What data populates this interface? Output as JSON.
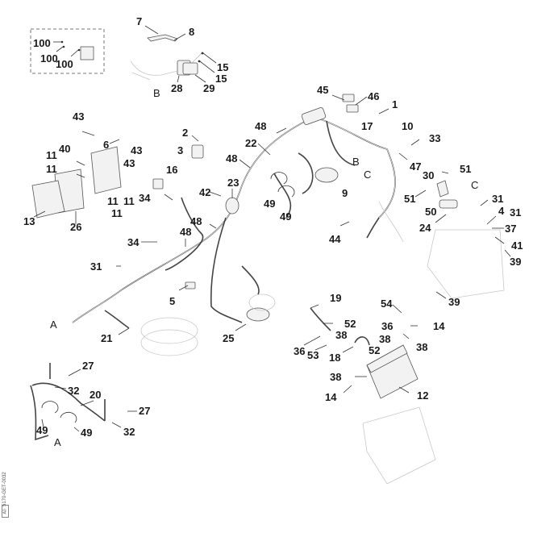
{
  "diagram": {
    "type": "exploded-parts-diagram",
    "subject": "Wiring harness and battery assembly",
    "drawing_number": "5170-GET-0032",
    "revision": "A0",
    "callouts": [
      {
        "id": "c100a",
        "text": "100"
      },
      {
        "id": "c100b",
        "text": "100"
      },
      {
        "id": "c100c",
        "text": "100"
      },
      {
        "id": "c7",
        "text": "7"
      },
      {
        "id": "c8",
        "text": "8"
      },
      {
        "id": "c15a",
        "text": "15"
      },
      {
        "id": "c15b",
        "text": "15"
      },
      {
        "id": "c28",
        "text": "28"
      },
      {
        "id": "c29",
        "text": "29"
      },
      {
        "id": "c45",
        "text": "45"
      },
      {
        "id": "c46",
        "text": "46"
      },
      {
        "id": "c1",
        "text": "1"
      },
      {
        "id": "c17",
        "text": "17"
      },
      {
        "id": "c10",
        "text": "10"
      },
      {
        "id": "c33",
        "text": "33"
      },
      {
        "id": "c47",
        "text": "47"
      },
      {
        "id": "c48a",
        "text": "48"
      },
      {
        "id": "c22",
        "text": "22"
      },
      {
        "id": "c43a",
        "text": "43"
      },
      {
        "id": "c43b",
        "text": "43"
      },
      {
        "id": "c43c",
        "text": "43"
      },
      {
        "id": "c6",
        "text": "6"
      },
      {
        "id": "c40",
        "text": "40"
      },
      {
        "id": "c11a",
        "text": "11"
      },
      {
        "id": "c11b",
        "text": "11"
      },
      {
        "id": "c11c",
        "text": "11"
      },
      {
        "id": "c11d",
        "text": "11"
      },
      {
        "id": "c11e",
        "text": "11"
      },
      {
        "id": "c13",
        "text": "13"
      },
      {
        "id": "c26",
        "text": "26"
      },
      {
        "id": "c2",
        "text": "2"
      },
      {
        "id": "c3",
        "text": "3"
      },
      {
        "id": "c16",
        "text": "16"
      },
      {
        "id": "c34a",
        "text": "34"
      },
      {
        "id": "c34b",
        "text": "34"
      },
      {
        "id": "c42",
        "text": "42"
      },
      {
        "id": "c23",
        "text": "23"
      },
      {
        "id": "c48b",
        "text": "48"
      },
      {
        "id": "c48c",
        "text": "48"
      },
      {
        "id": "c48d",
        "text": "48"
      },
      {
        "id": "c49a",
        "text": "49"
      },
      {
        "id": "c49b",
        "text": "49"
      },
      {
        "id": "c9",
        "text": "9"
      },
      {
        "id": "c44",
        "text": "44"
      },
      {
        "id": "c30",
        "text": "30"
      },
      {
        "id": "c51a",
        "text": "51"
      },
      {
        "id": "c51b",
        "text": "51"
      },
      {
        "id": "c50",
        "text": "50"
      },
      {
        "id": "c24",
        "text": "24"
      },
      {
        "id": "c31a",
        "text": "31"
      },
      {
        "id": "c31b",
        "text": "31"
      },
      {
        "id": "c4",
        "text": "4"
      },
      {
        "id": "c37",
        "text": "37"
      },
      {
        "id": "c41",
        "text": "41"
      },
      {
        "id": "c39a",
        "text": "39"
      },
      {
        "id": "c39b",
        "text": "39"
      },
      {
        "id": "c31c",
        "text": "31"
      },
      {
        "id": "c5",
        "text": "5"
      },
      {
        "id": "c21",
        "text": "21"
      },
      {
        "id": "c25",
        "text": "25"
      },
      {
        "id": "c19",
        "text": "19"
      },
      {
        "id": "c52a",
        "text": "52"
      },
      {
        "id": "c38a",
        "text": "38"
      },
      {
        "id": "c36a",
        "text": "36"
      },
      {
        "id": "c53",
        "text": "53"
      },
      {
        "id": "c54",
        "text": "54"
      },
      {
        "id": "c36b",
        "text": "36"
      },
      {
        "id": "c38b",
        "text": "38"
      },
      {
        "id": "c52b",
        "text": "52"
      },
      {
        "id": "c18",
        "text": "18"
      },
      {
        "id": "c14a",
        "text": "14"
      },
      {
        "id": "c38c",
        "text": "38"
      },
      {
        "id": "c38d",
        "text": "38"
      },
      {
        "id": "c14b",
        "text": "14"
      },
      {
        "id": "c12",
        "text": "12"
      },
      {
        "id": "c27a",
        "text": "27"
      },
      {
        "id": "c32a",
        "text": "32"
      },
      {
        "id": "c20",
        "text": "20"
      },
      {
        "id": "c27b",
        "text": "27"
      },
      {
        "id": "c32b",
        "text": "32"
      },
      {
        "id": "c49c",
        "text": "49"
      },
      {
        "id": "c49d",
        "text": "49"
      }
    ],
    "connection_refs": [
      {
        "id": "refA1",
        "text": "A"
      },
      {
        "id": "refA2",
        "text": "A"
      },
      {
        "id": "refB1",
        "text": "B"
      },
      {
        "id": "refB2",
        "text": "B"
      },
      {
        "id": "refC1",
        "text": "C"
      },
      {
        "id": "refC2",
        "text": "C"
      }
    ]
  }
}
